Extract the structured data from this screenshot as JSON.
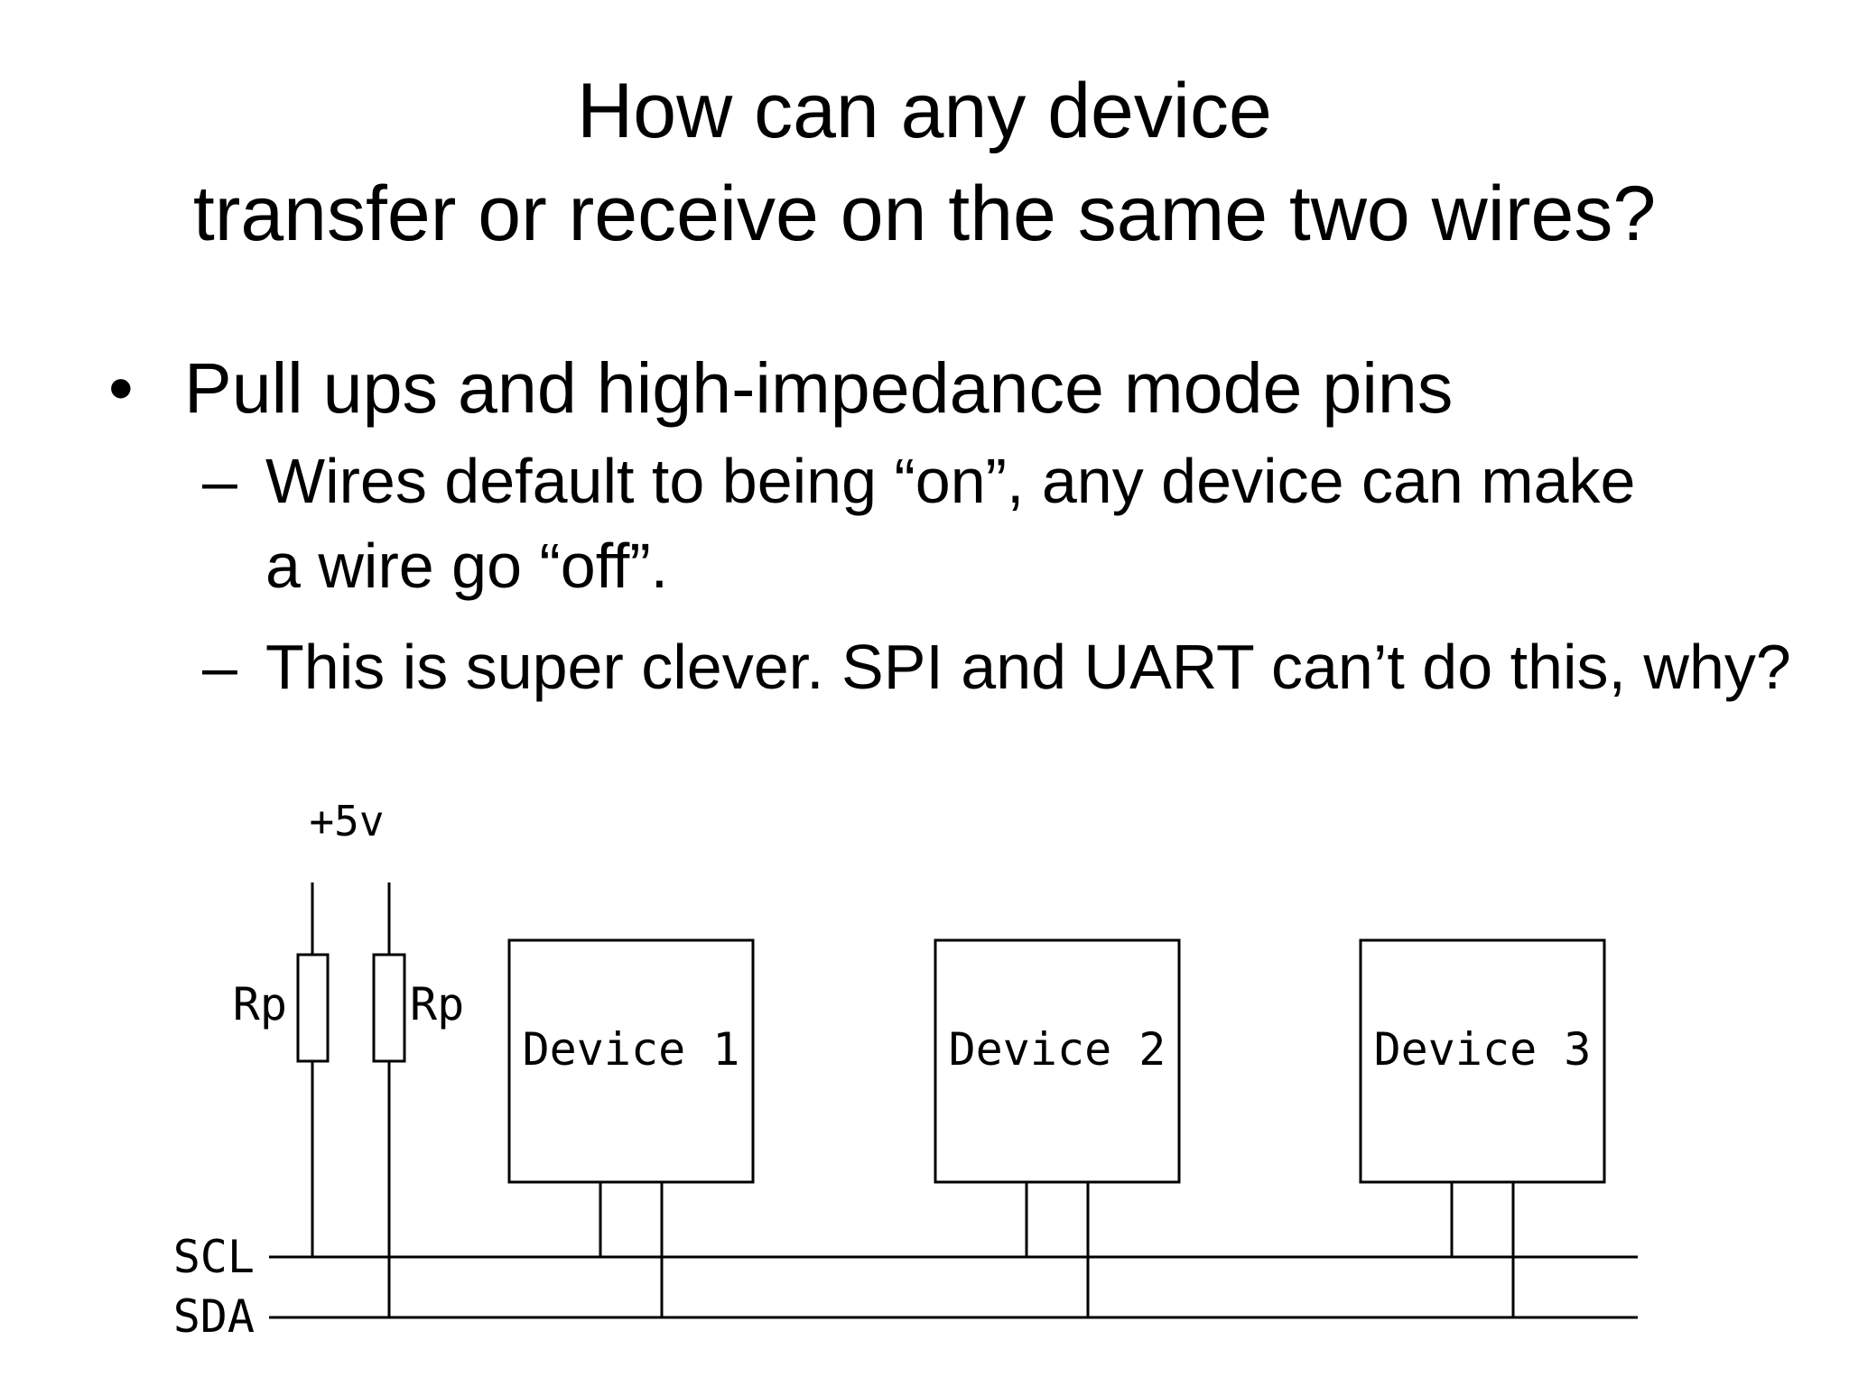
{
  "slide": {
    "title_line1": "How can any device",
    "title_line2": "transfer or receive on the same two wires?",
    "bullet_symbol": "•",
    "sub_bullet_symbol": "–",
    "bullets": [
      {
        "text": "Pull ups and high-impedance mode pins",
        "sub": [
          "Wires default to being “on”, any device can make a wire go “off”.",
          "This is super clever. SPI and UART can’t do this, why?"
        ]
      }
    ]
  },
  "diagram": {
    "supply_label": "+5v",
    "resistor_left_label": "Rp",
    "resistor_right_label": "Rp",
    "devices": [
      "Device 1",
      "Device 2",
      "Device 3"
    ],
    "bus_scl_label": "SCL",
    "bus_sda_label": "SDA"
  }
}
